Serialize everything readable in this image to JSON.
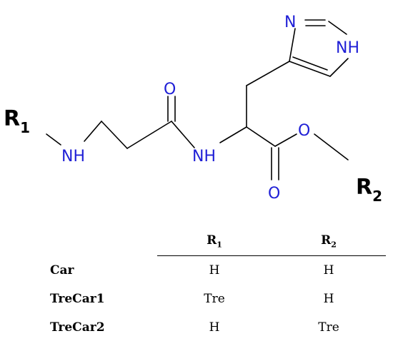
{
  "structure": {
    "atoms": {
      "n_ring_top": "N",
      "nh_ring": "NH",
      "nh_amine": "NH",
      "nh_amide": "NH",
      "o_carbonyl_amide": "O",
      "o_ester_single": "O",
      "o_ester_double": "O"
    },
    "r1": {
      "letter": "R",
      "sub": "1"
    },
    "r2": {
      "letter": "R",
      "sub": "2"
    }
  },
  "table": {
    "headers": [
      {
        "letter": "R",
        "sub": "1"
      },
      {
        "letter": "R",
        "sub": "2"
      }
    ],
    "rows": [
      {
        "name": "Car",
        "r1": "H",
        "r2": "H"
      },
      {
        "name": "TreCar1",
        "r1": "Tre",
        "r2": "H"
      },
      {
        "name": "TreCar2",
        "r1": "H",
        "r2": "Tre"
      }
    ],
    "colors": {
      "heteroatom": "#1f1fd6",
      "text": "#000000"
    }
  }
}
